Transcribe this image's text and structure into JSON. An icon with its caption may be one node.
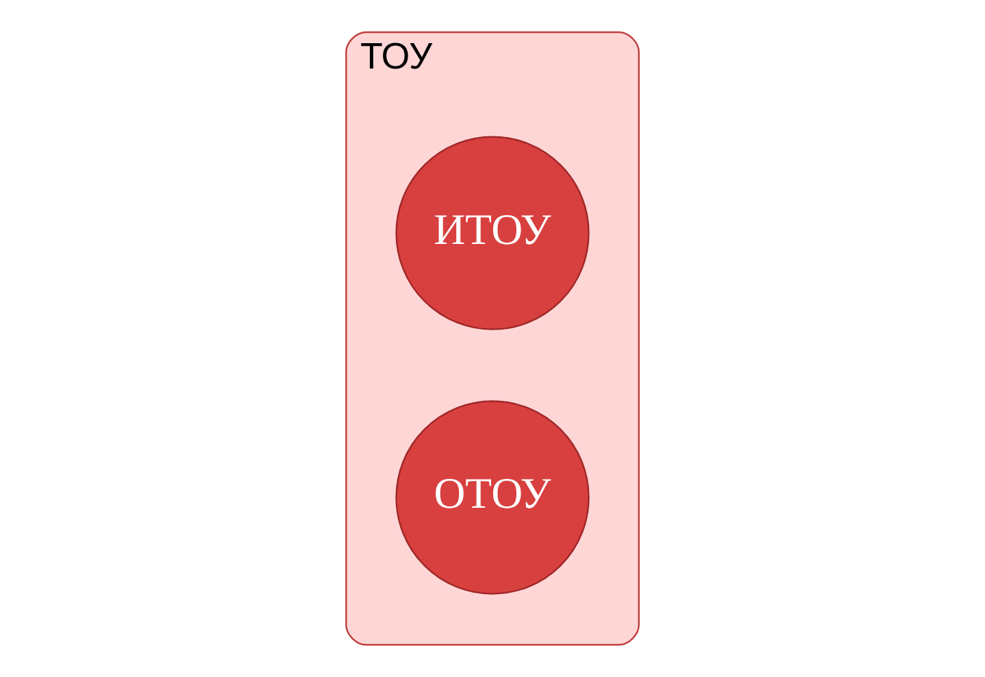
{
  "diagram": {
    "nodes": [
      {
        "text": [
          "ТОУ"
        ]
      },
      {
        "text": [
          "ИТОУ"
        ],
        "in": 0
      },
      {
        "text": [
          "ОТОУ"
        ],
        "in": 0
      }
    ]
  }
}
